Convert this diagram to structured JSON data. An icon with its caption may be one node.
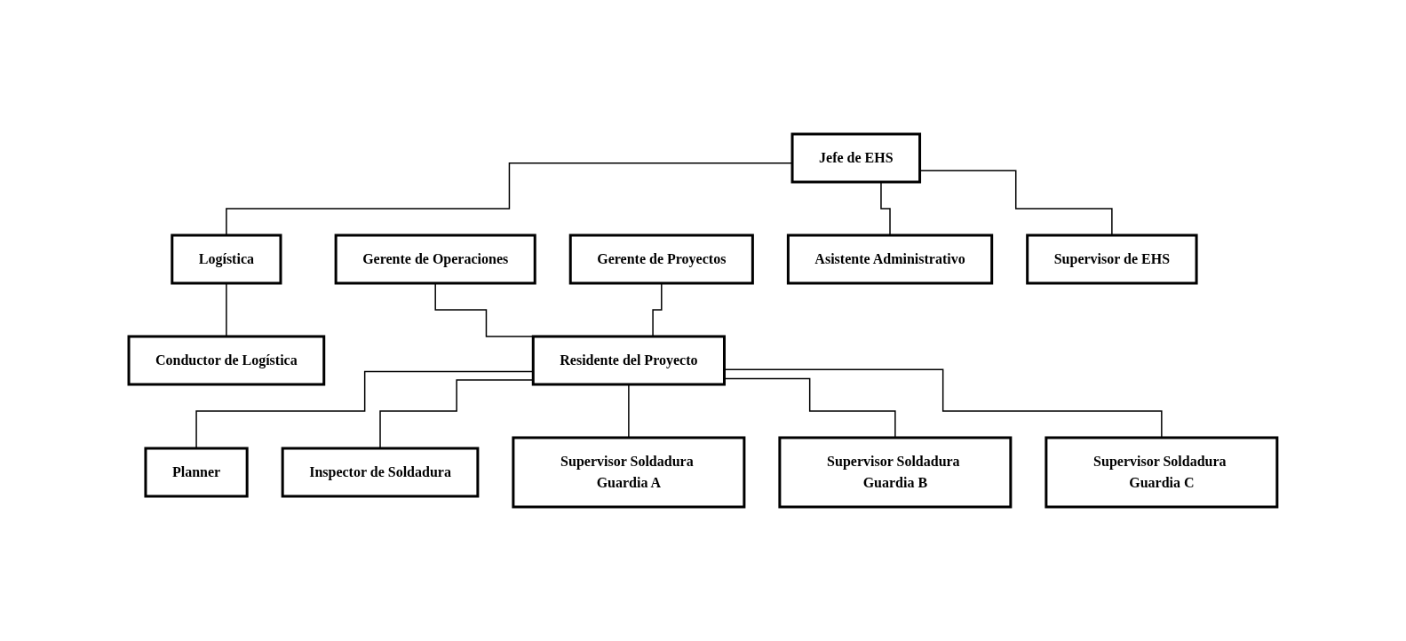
{
  "diagram": {
    "nodes": [
      {
        "text": [
          "Gerente de Operaciones"
        ]
      },
      {
        "text": [
          "Gerente de Proyectos"
        ]
      },
      {
        "text": [
          "Jefe de EHS"
        ]
      },
      {
        "text": [
          "Logística"
        ]
      },
      {
        "text": [
          "Asistente Administrativo"
        ]
      },
      {
        "text": [
          "Supervisor de EHS"
        ]
      },
      {
        "text": [
          "Conductor de Logística"
        ]
      },
      {
        "text": [
          "Residente del Proyecto"
        ]
      },
      {
        "text": [
          "Planner"
        ]
      },
      {
        "text": [
          "Inspector de Soldadura"
        ]
      },
      {
        "text": [
          "Supervisor Soldadura Guardia A"
        ]
      },
      {
        "text": [
          "Supervisor Soldadura Guardia B"
        ]
      },
      {
        "text": [
          "Supervisor Soldadura Guardia C"
        ]
      }
    ],
    "edges": [
      {
        "from": 0,
        "to": 7,
        "arrow": "none"
      },
      {
        "from": 1,
        "to": 7,
        "arrow": "none"
      },
      {
        "from": 2,
        "to": 3,
        "arrow": "none"
      },
      {
        "from": 2,
        "to": 4,
        "arrow": "none"
      },
      {
        "from": 2,
        "to": 5,
        "arrow": "none"
      },
      {
        "from": 3,
        "to": 6,
        "arrow": "none"
      },
      {
        "from": 7,
        "to": 8,
        "arrow": "none"
      },
      {
        "from": 7,
        "to": 9,
        "arrow": "none"
      },
      {
        "from": 7,
        "to": 10,
        "arrow": "none"
      },
      {
        "from": 7,
        "to": 11,
        "arrow": "none"
      },
      {
        "from": 7,
        "to": 12,
        "arrow": "none"
      }
    ]
  }
}
